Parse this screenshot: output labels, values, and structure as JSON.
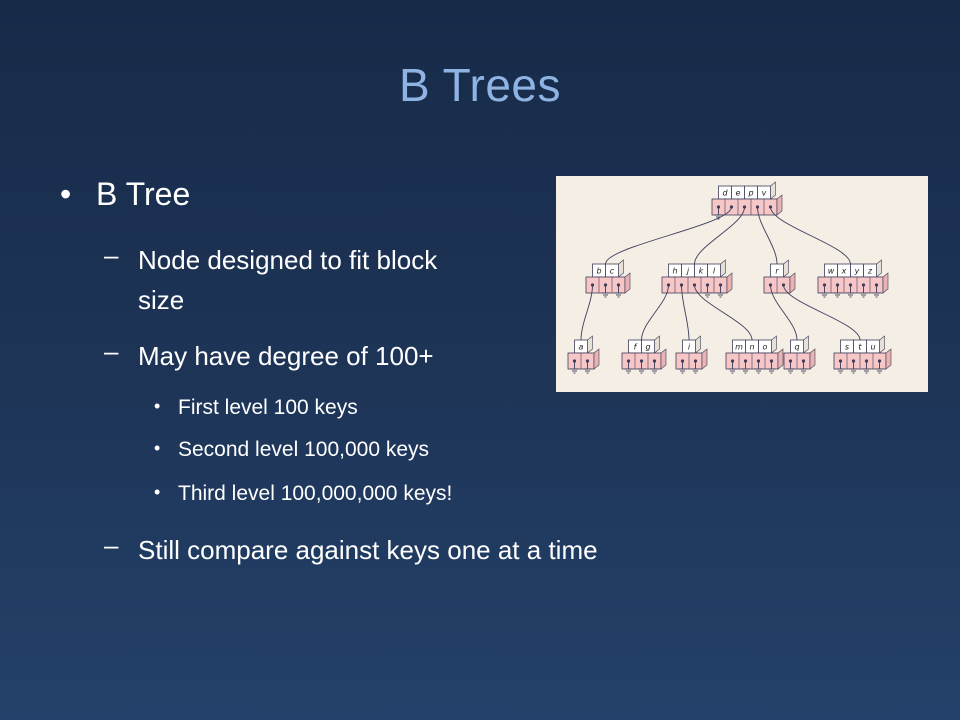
{
  "slide": {
    "title": "B Trees",
    "bullet": "B Tree",
    "sub1": "Node designed  to fit block size",
    "sub2": "May have degree of 100+",
    "levels": [
      "First level 100 keys",
      "Second level 100,000 keys",
      "Third level 100,000,000 keys!"
    ],
    "sub3": "Still compare against keys one at a time",
    "dash": "–",
    "dot": "•"
  },
  "tree": {
    "root": [
      "d",
      "e",
      "p",
      "v"
    ],
    "level2": [
      [
        "b",
        "c"
      ],
      [
        "h",
        "j",
        "k",
        "l"
      ],
      [
        "r"
      ],
      [
        "w",
        "x",
        "y",
        "z"
      ]
    ],
    "level3": [
      [
        "a"
      ],
      [
        "f",
        "g"
      ],
      [
        "i"
      ],
      [
        "m",
        "n",
        "o"
      ],
      [
        "q"
      ],
      [
        "s",
        "t",
        "u"
      ]
    ],
    "colors": {
      "pointer_cell": "#f7c6c6",
      "key_cell": "#ffffff",
      "line": "#3e3e5a",
      "background": "#f4eee5"
    }
  }
}
